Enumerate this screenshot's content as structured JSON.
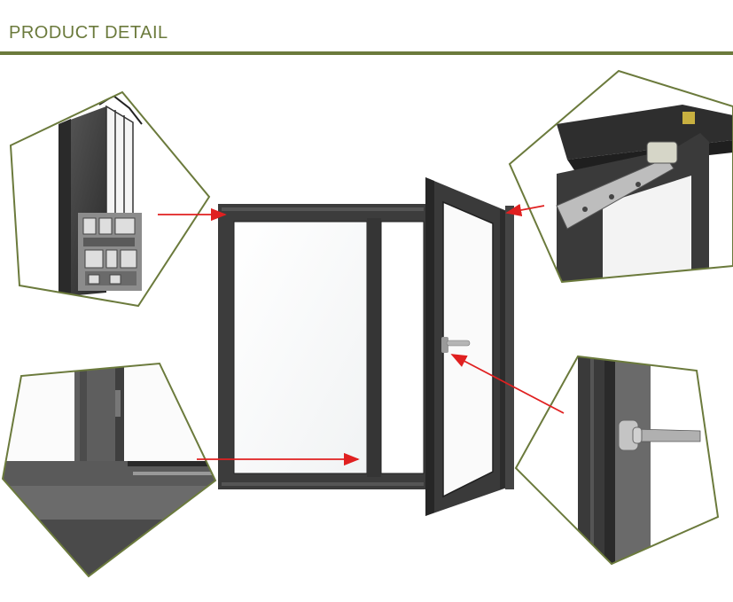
{
  "header": {
    "title": "PRODUCT DETAIL"
  },
  "colors": {
    "accent": "#6b7a3c",
    "frame": "#3b3b3b",
    "arrow": "#e02020"
  },
  "callouts": [
    {
      "name": "profile-cross-section"
    },
    {
      "name": "hinge-detail"
    },
    {
      "name": "corner-joint-detail"
    },
    {
      "name": "handle-detail"
    }
  ]
}
